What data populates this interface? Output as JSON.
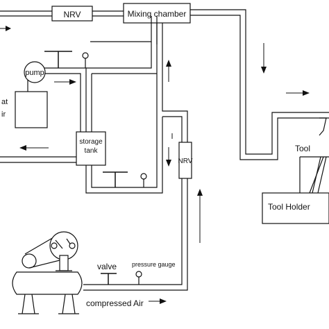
{
  "labels": {
    "nrv_top": "NRV",
    "mixing_chamber": "Mixing chamber",
    "pump": "pump",
    "heat_exchanger_line1": "at",
    "heat_exchanger_line2": "ir",
    "storage_tank_line1": "storage",
    "storage_tank_line2": "tank",
    "nrv_vertical": "NRV",
    "tool": "Tool",
    "tool_holder": "Tool Holder",
    "valve": "valve",
    "pressure_gauge": "pressure gauge",
    "compressed_air": "compressed Air"
  }
}
